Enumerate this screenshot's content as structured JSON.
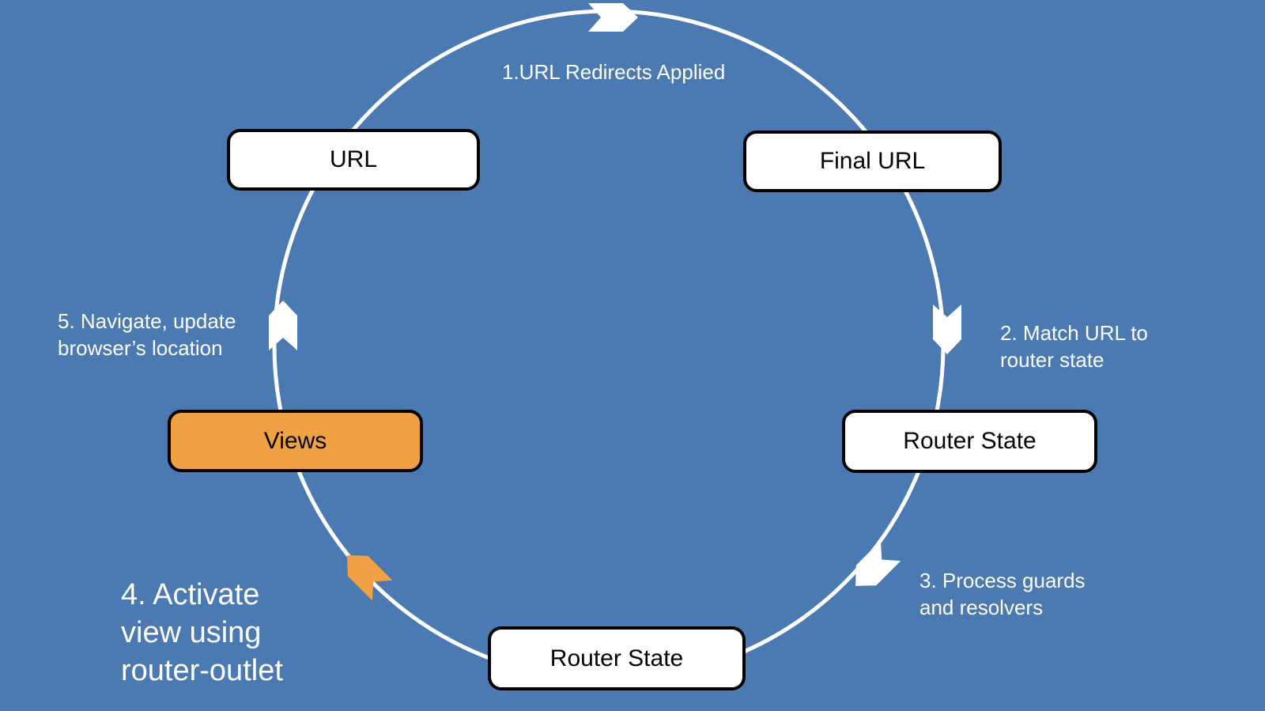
{
  "colors": {
    "background": "#4B7AB3",
    "circle_line": "#FFFFFF",
    "arrow_white": "#FFFFFF",
    "arrow_highlight": "#EFA143",
    "node_fill": "#FFFFFF",
    "node_highlight_fill": "#EFA143",
    "node_border": "#000000",
    "node_text": "#000000",
    "step_text": "#FFFFFF"
  },
  "cycle": {
    "nodes": [
      {
        "label": "URL",
        "highlighted": false
      },
      {
        "label": "Final URL",
        "highlighted": false
      },
      {
        "label": "Router State",
        "highlighted": false
      },
      {
        "label": "Router State",
        "highlighted": false
      },
      {
        "label": "Views",
        "highlighted": true
      }
    ],
    "steps": [
      {
        "label": "1.URL Redirects Applied"
      },
      {
        "label": "2. Match URL to\nrouter state"
      },
      {
        "label": "3. Process guards\nand resolvers"
      },
      {
        "label": "4. Activate\nview using\nrouter-outlet"
      },
      {
        "label": "5. Navigate, update\nbrowser’s location"
      }
    ],
    "arrows": [
      {
        "name": "flow-arrow-1",
        "direction": "right",
        "color": "#FFFFFF"
      },
      {
        "name": "flow-arrow-2",
        "direction": "down",
        "color": "#FFFFFF"
      },
      {
        "name": "flow-arrow-3",
        "direction": "down-left",
        "color": "#FFFFFF"
      },
      {
        "name": "flow-arrow-4",
        "direction": "up-left",
        "color": "#EFA143"
      },
      {
        "name": "flow-arrow-5",
        "direction": "up",
        "color": "#FFFFFF"
      }
    ]
  }
}
